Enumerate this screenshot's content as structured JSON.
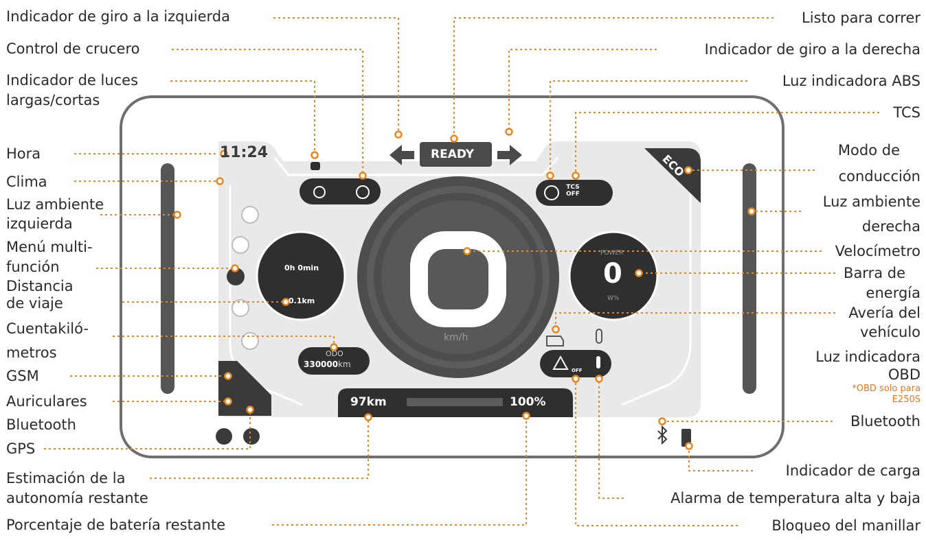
{
  "colors": {
    "callout": "#e8861f",
    "dash_bg": "#2f2f2f",
    "panel": "#e9e9e9",
    "frame": "#6e6e6e",
    "note": "#e8741a"
  },
  "dashboard": {
    "time": "11:24",
    "ready": "READY",
    "mode": "ECO",
    "speed_value": "O",
    "speed_unit": "km/h",
    "power_label": "POWER",
    "power_value": "0",
    "power_unit": "W%",
    "trip_time": "0h 0min",
    "trip_distance": "0.1km",
    "odo_label": "ODO",
    "odo_value": "330000",
    "odo_unit": "km",
    "range": "97km",
    "battery_percent": "100%",
    "battery_fill_fraction": 0.0,
    "tcs_label_1": "TCS",
    "tcs_label_2": "OFF",
    "lock_label": "OFF",
    "icons": [
      "low-beam-icon",
      "cruise-control-icon",
      "abs-icon",
      "tcs-icon",
      "weather-icon",
      "message-icon",
      "navigation-icon",
      "multifunction-icon",
      "music-icon",
      "settings-icon",
      "gsm-icon",
      "headphones-bluetooth-icon",
      "gps-icon",
      "warning-icon",
      "handlebar-lock-icon",
      "temperature-icon",
      "engine-fault-icon",
      "bluetooth-icon",
      "charging-icon"
    ]
  },
  "labels": {
    "left": [
      "Indicador de giro a la izquierda",
      "Control de crucero",
      "Indicador de luces",
      "largas/cortas",
      "Hora",
      "Clima",
      "Luz ambiente",
      "izquierda",
      "Menú multi-",
      "función",
      "Distancia",
      "de viaje",
      "Cuentakiló-",
      "metros",
      "GSM",
      "Auriculares",
      "Bluetooth",
      "GPS",
      "Estimación de la",
      "autonomía restante",
      "Porcentaje de batería restante"
    ],
    "right": [
      "Listo para correr",
      "Indicador de giro a la derecha",
      "Luz indicadora ABS",
      "TCS",
      "Modo de",
      "conducción",
      "Luz ambiente",
      "derecha",
      "Velocímetro",
      "Barra de",
      "energía",
      "Avería del",
      "vehículo",
      "Luz indicadora",
      "OBD",
      "*OBD solo para",
      "E250S",
      "Bluetooth",
      "Indicador de carga",
      "Alarma de temperatura alta y baja",
      "Bloqueo del manillar"
    ]
  }
}
